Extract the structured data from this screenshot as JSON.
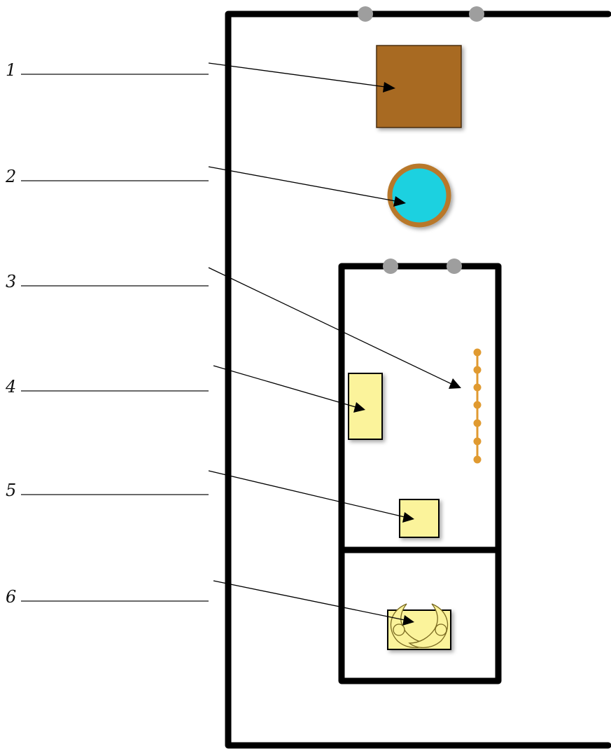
{
  "labels": [
    {
      "number": "1",
      "blank": "",
      "target": "altar-of-burnt-offering"
    },
    {
      "number": "2",
      "blank": "",
      "target": "laver"
    },
    {
      "number": "3",
      "blank": "",
      "target": "lampstand"
    },
    {
      "number": "4",
      "blank": "",
      "target": "table-of-showbread"
    },
    {
      "number": "5",
      "blank": "",
      "target": "altar-of-incense"
    },
    {
      "number": "6",
      "blank": "",
      "target": "ark-of-the-covenant"
    }
  ],
  "colors": {
    "wall": "#000000",
    "altar": "#a86a22",
    "laver_water": "#1fd1e0",
    "laver_rim": "#b8782c",
    "gold_furniture": "#fbf39b",
    "lampstand": "#e09a30",
    "door_post": "#9e9e9e"
  }
}
